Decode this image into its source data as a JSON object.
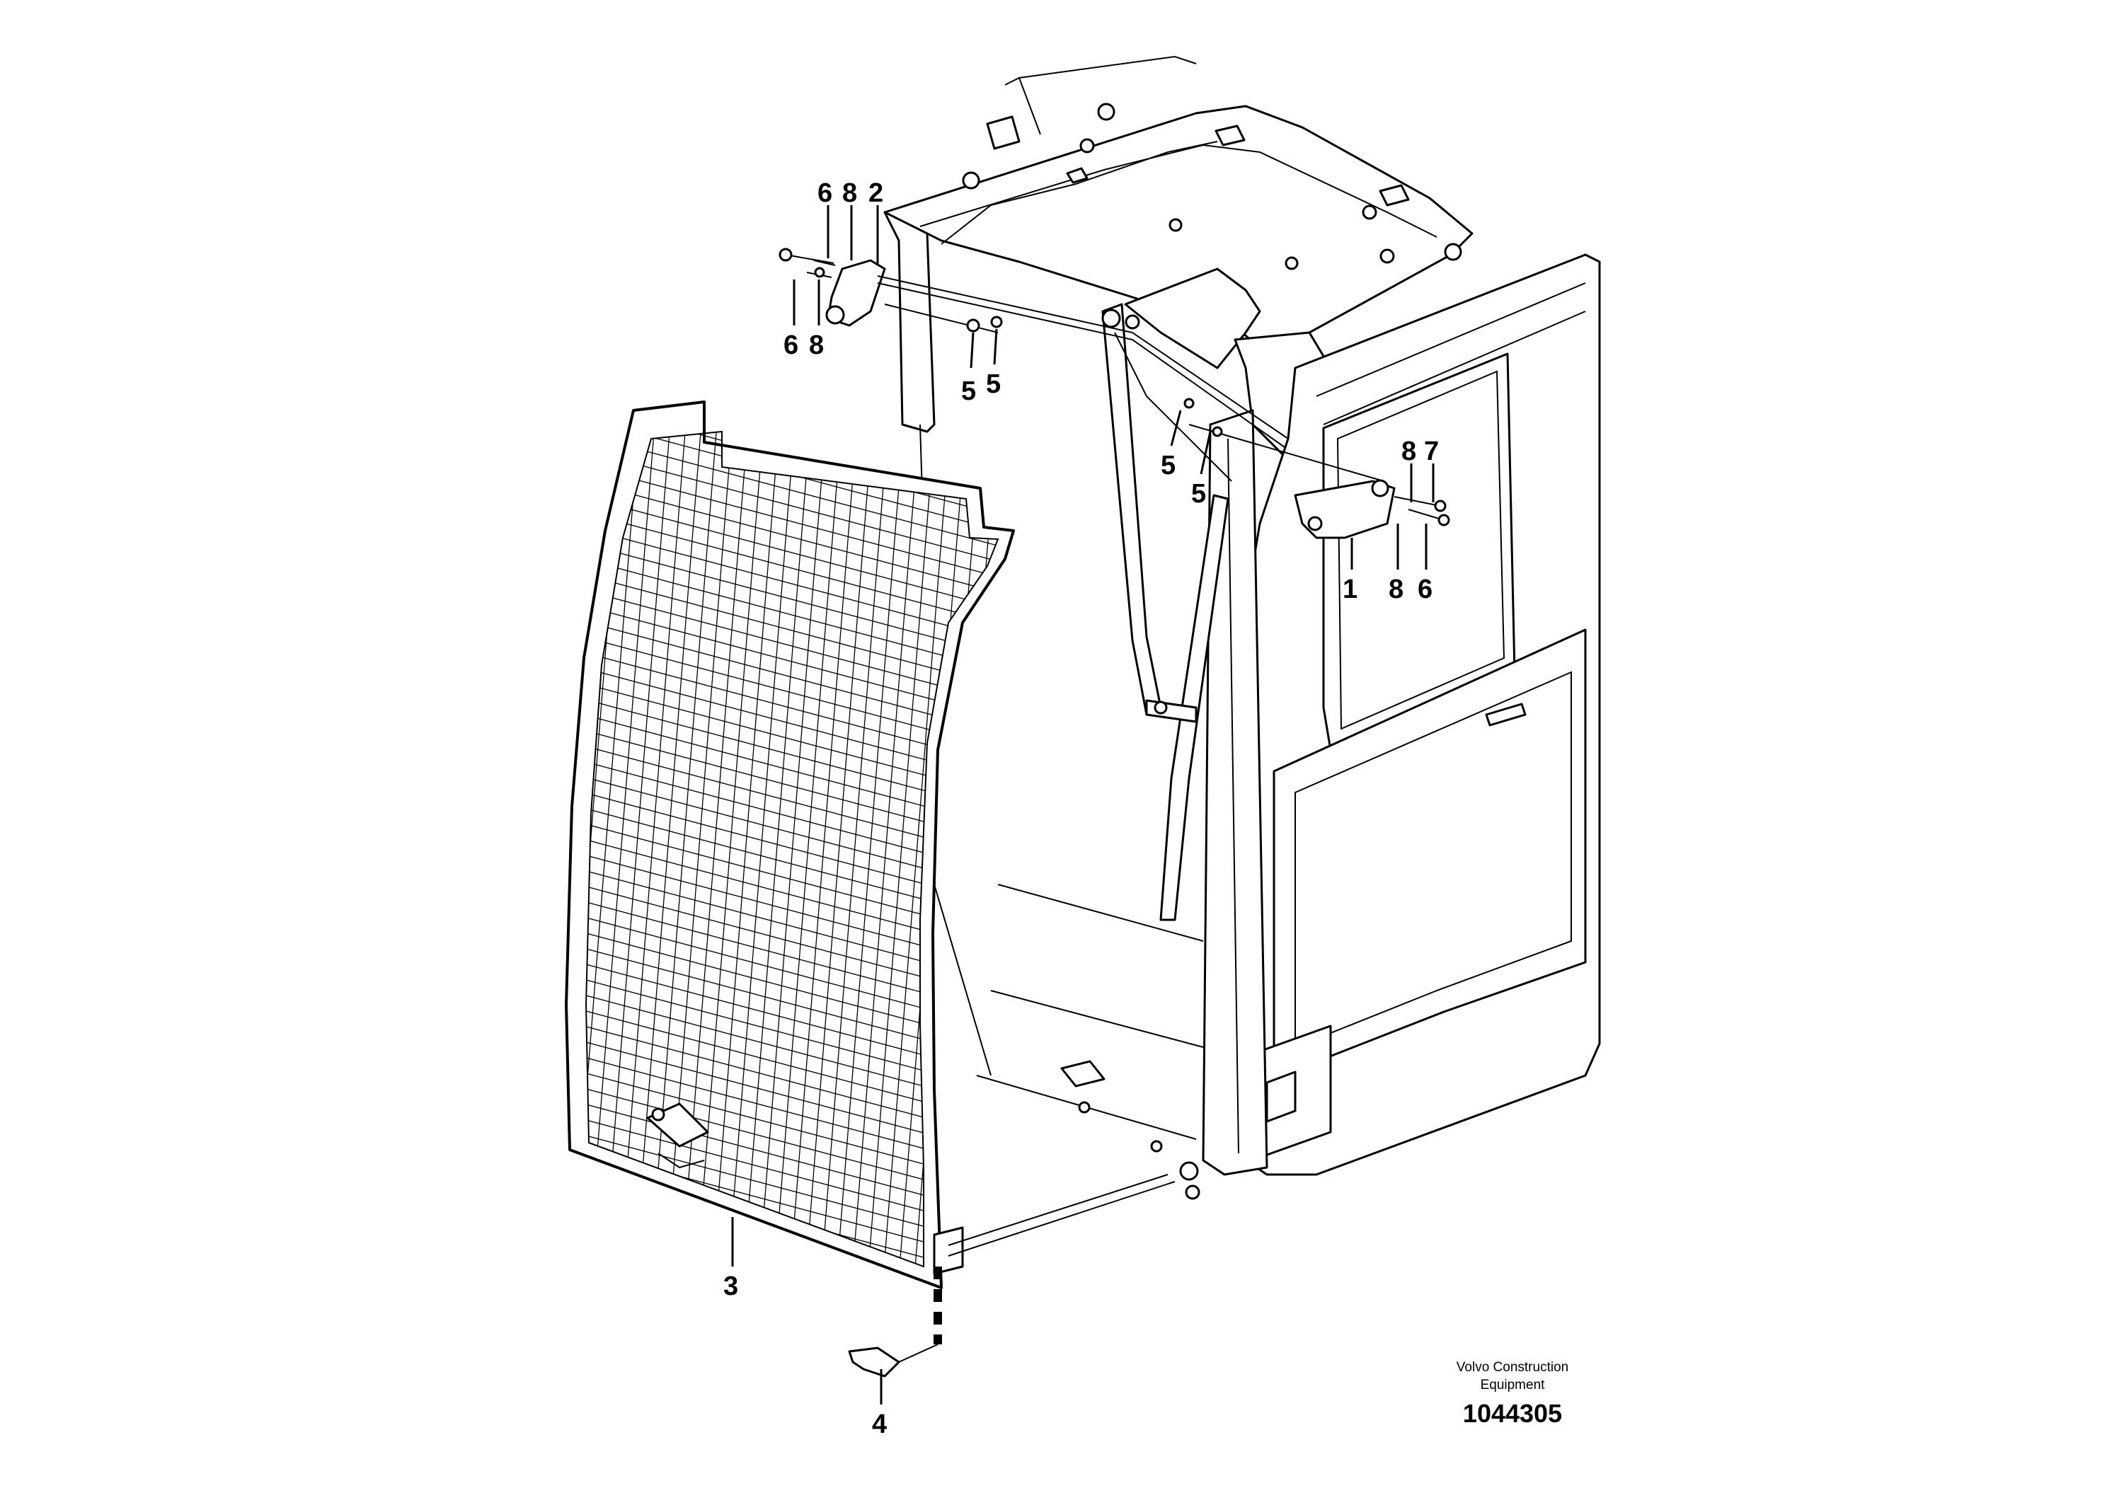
{
  "callouts": {
    "top_left_row1": [
      "6",
      "8",
      "2"
    ],
    "top_left_row2": [
      "6",
      "8"
    ],
    "top_left_nuts": [
      "5",
      "5"
    ],
    "mid_nuts": [
      "5",
      "5"
    ],
    "right_row1": [
      "8",
      "7"
    ],
    "right_row2": [
      "1",
      "8",
      "6"
    ],
    "guard": "3",
    "pin": "4"
  },
  "footer": {
    "brand_line1": "Volvo Construction",
    "brand_line2": "Equipment",
    "drawing_number": "1044305"
  }
}
